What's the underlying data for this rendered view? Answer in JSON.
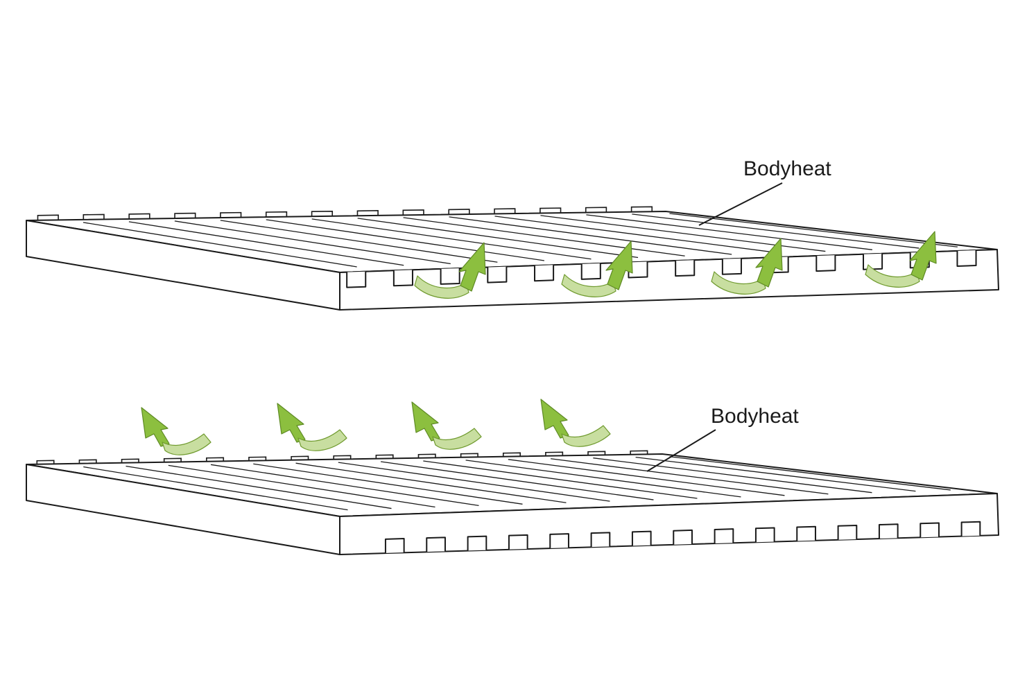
{
  "diagram": {
    "top_panel": {
      "label": "Bodyheat",
      "arrow_count": 4
    },
    "bottom_panel": {
      "label": "Bodyheat",
      "arrow_count": 4
    },
    "colors": {
      "arrow_fill_light": "#c8dea0",
      "arrow_fill_dark": "#8cbf3f",
      "outline": "#1a1a1a",
      "background": "#ffffff"
    }
  }
}
